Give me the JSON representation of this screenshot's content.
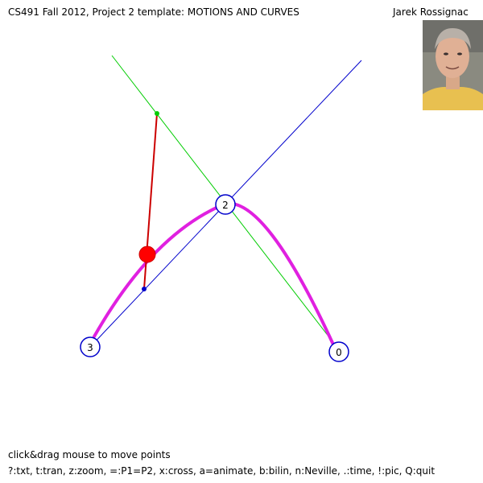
{
  "header": {
    "title": "CS491 Fall 2012, Project 2 template: MOTIONS AND CURVES",
    "author": "Jarek Rossignac",
    "photo_icon": "author-portrait"
  },
  "footer": {
    "instruction": "click&drag mouse to move points",
    "keys": "?:txt, t:tran, z:zoom, =:P1=P2, x:cross, a=animate, b:bilin, n:Neville, .:time, !:pic, Q:quit"
  },
  "points": [
    {
      "label": "0"
    },
    {
      "label": "2"
    },
    {
      "label": "3"
    }
  ],
  "colors": {
    "curve": "#e020e0",
    "blue_line": "#0000cc",
    "green_line": "#00cc00",
    "red_line": "#cc0000",
    "red_dot": "#ff0000",
    "point_circle": "#0000cc"
  }
}
